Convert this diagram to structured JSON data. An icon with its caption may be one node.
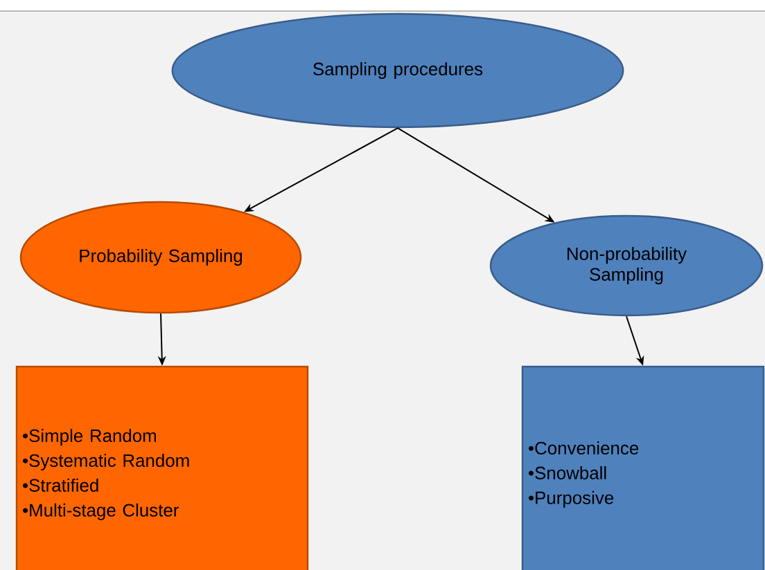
{
  "diagram": {
    "nodes": [
      {
        "text": [
          "Sampling procedures"
        ]
      },
      {
        "text": [
          "Probability Sampling"
        ]
      },
      {
        "text": [
          "Non-probability Sampling"
        ]
      },
      {
        "text": [
          "•Simple Random",
          "•Systematic Random",
          "•Stratified",
          "•Multi-stage Cluster"
        ]
      },
      {
        "text": [
          "•Convenience",
          "•Snowball",
          "•Purposive"
        ]
      }
    ],
    "edges": [
      {
        "from": 0,
        "to": 1,
        "arrow": "to"
      },
      {
        "from": 0,
        "to": 2,
        "arrow": "to"
      },
      {
        "from": 1,
        "to": 3,
        "arrow": "to"
      },
      {
        "from": 2,
        "to": 4,
        "arrow": "to"
      }
    ]
  }
}
